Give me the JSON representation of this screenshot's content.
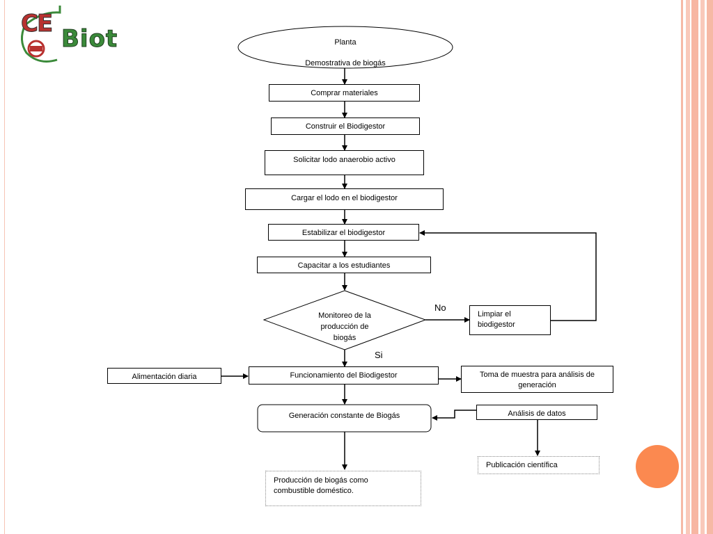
{
  "logo": {
    "text_ce": "CE",
    "text_biot": "Biot"
  },
  "nodes": {
    "start": {
      "line1": "Planta",
      "line2": "Demostrativa de biogás"
    },
    "comprar": "Comprar materiales",
    "construir": "Construir el Biodigestor",
    "solicitar": "Solicitar  lodo anaerobio activo",
    "cargar": "Cargar el lodo en el biodigestor",
    "estabilizar": "Estabilizar el biodigestor",
    "capacitar": "Capacitar a los estudiantes",
    "monitoreo": {
      "line1": "Monitoreo de la",
      "line2": "producción de",
      "line3": "biogás"
    },
    "limpiar": {
      "line1": "Limpiar el",
      "line2": "biodigestor"
    },
    "alimentacion": "Alimentación diaria",
    "funcionamiento": "Funcionamiento del Biodigestor",
    "toma": {
      "line1": "Toma de muestra para análisis de",
      "line2": "generación"
    },
    "generacion": "Generación constante de Biogás",
    "analisis": "Análisis de datos",
    "publicacion": "Publicación científica",
    "produccion": {
      "line1": "Producción de biogás como",
      "line2": "combustible doméstico."
    }
  },
  "edge_labels": {
    "no": "No",
    "si": "Si"
  },
  "colors": {
    "accent_circle": "#fb8950",
    "stripe": "#f9c4b4",
    "logo_red": "#b8312f",
    "logo_green": "#3b8a3a"
  }
}
